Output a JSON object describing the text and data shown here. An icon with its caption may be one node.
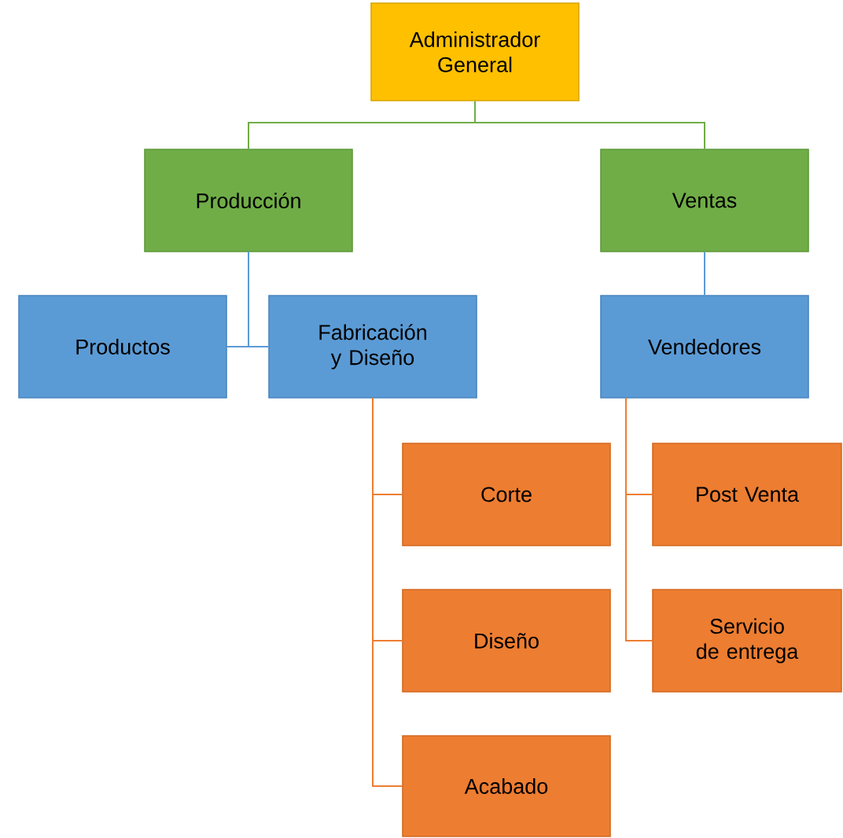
{
  "diagram": {
    "nodes": [
      {
        "text": [
          "Administrador General"
        ]
      },
      {
        "text": [
          "Producción"
        ]
      },
      {
        "text": [
          "Ventas"
        ]
      },
      {
        "text": [
          "Productos"
        ]
      },
      {
        "text": [
          "Fabricación y Diseño"
        ]
      },
      {
        "text": [
          "Vendedores"
        ]
      },
      {
        "text": [
          "Corte"
        ]
      },
      {
        "text": [
          "Diseño"
        ]
      },
      {
        "text": [
          "Acabado"
        ]
      },
      {
        "text": [
          "Post Venta"
        ]
      },
      {
        "text": [
          "Servicio de entrega"
        ]
      }
    ],
    "edges": [
      {
        "from": 0,
        "to": 1,
        "arrow": "none",
        "color": "#70ad47"
      },
      {
        "from": 0,
        "to": 2,
        "arrow": "none",
        "color": "#70ad47"
      },
      {
        "from": 1,
        "to": 3,
        "arrow": "none",
        "color": "#5b9bd5"
      },
      {
        "from": 1,
        "to": 4,
        "arrow": "none",
        "color": "#5b9bd5"
      },
      {
        "from": 2,
        "to": 5,
        "arrow": "none",
        "color": "#5b9bd5"
      },
      {
        "from": 4,
        "to": 6,
        "arrow": "none"
      },
      {
        "from": 4,
        "to": 7,
        "arrow": "none"
      },
      {
        "from": 4,
        "to": 8,
        "arrow": "none"
      },
      {
        "from": 5,
        "to": 9,
        "arrow": "none"
      },
      {
        "from": 5,
        "to": 10,
        "arrow": "none"
      }
    ]
  }
}
